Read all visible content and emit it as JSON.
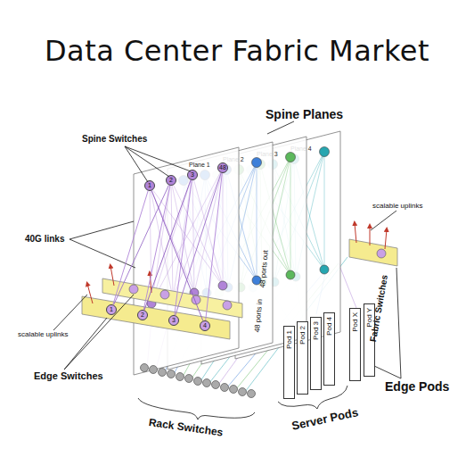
{
  "diagram": {
    "title": "Data Center Fabric Market",
    "nodes": [
      {
        "text": [
          "Plane 1"
        ]
      },
      {
        "text": [
          "Plane 2"
        ]
      },
      {
        "text": [
          "Plane 3"
        ]
      },
      {
        "text": [
          "Plane 4"
        ]
      },
      {
        "text": [
          "1"
        ],
        "in": 0
      },
      {
        "text": [
          "2"
        ],
        "in": 0
      },
      {
        "text": [
          "3"
        ],
        "in": 0
      },
      {
        "text": [
          "48"
        ],
        "in": 0
      },
      {
        "text": [
          "1"
        ]
      },
      {
        "text": [
          "2"
        ]
      },
      {
        "text": [
          "3"
        ]
      },
      {
        "text": [
          "4"
        ]
      },
      {
        "text": [
          "Pod 1"
        ]
      },
      {
        "text": [
          "Pod 2"
        ]
      },
      {
        "text": [
          "Pod 3"
        ]
      },
      {
        "text": [
          "Pod 4"
        ]
      },
      {
        "text": [
          "Pod X"
        ]
      },
      {
        "text": [
          "Pod Y"
        ]
      }
    ],
    "edges": [
      {
        "from": 8,
        "to": 4,
        "arrow": "none"
      },
      {
        "from": 8,
        "to": 5,
        "arrow": "none"
      },
      {
        "from": 9,
        "to": 5,
        "arrow": "none"
      },
      {
        "from": 9,
        "to": 6,
        "arrow": "none"
      },
      {
        "from": 10,
        "to": 6,
        "arrow": "none"
      },
      {
        "from": 10,
        "to": 7,
        "arrow": "none"
      },
      {
        "from": 11,
        "to": 7,
        "arrow": "none"
      },
      {
        "from": 11,
        "to": 4,
        "arrow": "none"
      }
    ],
    "labels": [
      "Spine Switches",
      "Spine Planes",
      "40G links",
      "scalable uplinks",
      "scalable uplinks",
      "48 ports in",
      "48 ports out",
      "Fabric Switches",
      "Edge Switches",
      "Rack Switches",
      "Server Pods",
      "Edge Pods"
    ]
  }
}
